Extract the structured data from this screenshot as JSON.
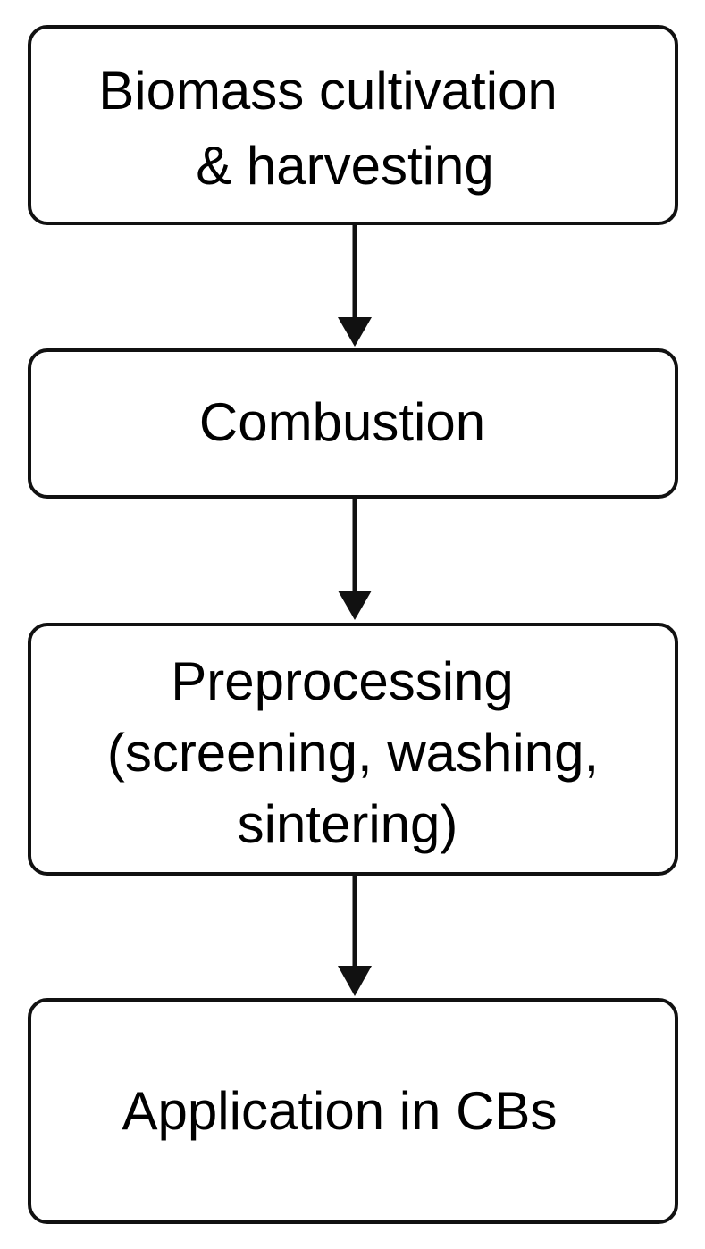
{
  "steps": [
    {
      "lines": [
        "Biomass cultivation",
        "& harvesting"
      ]
    },
    {
      "lines": [
        "Combustion"
      ]
    },
    {
      "lines": [
        "Preprocessing",
        "(screening, washing,",
        "sintering)"
      ]
    },
    {
      "lines": [
        "Application in CBs"
      ]
    }
  ]
}
